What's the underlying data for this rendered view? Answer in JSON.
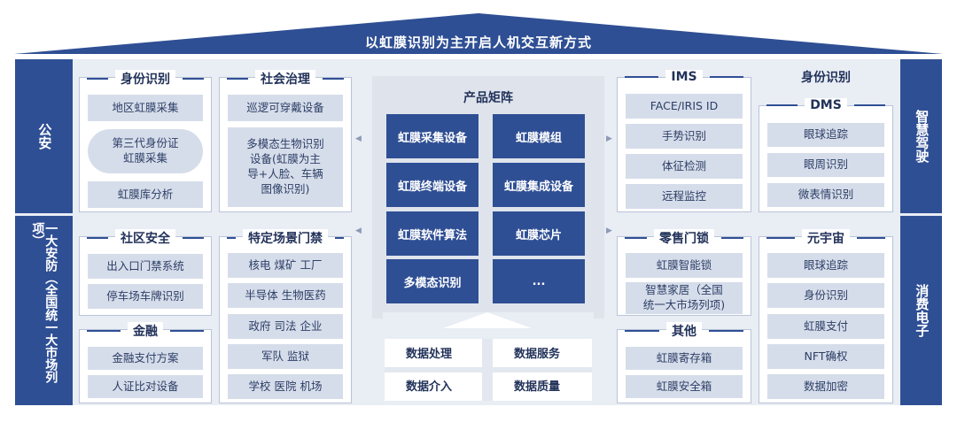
{
  "title": "以虹膜识别为主开启人机交互新方式",
  "colors": {
    "primary": "#2f4f94",
    "item_bg": "#d6ddea",
    "frame_bg": "#e9edf4"
  },
  "sidebars": {
    "left_top": "公安",
    "left_bottom": "一大安防（全国统一大市场列项）",
    "right_top": "智慧驾驶",
    "right_bottom": "消费电子"
  },
  "panels": {
    "identity": {
      "title": "身份识别",
      "items": [
        "地区虹膜采集",
        "第三代身份证\n虹膜采集",
        "虹膜库分析"
      ]
    },
    "social": {
      "title": "社会治理",
      "items": [
        "巡逻可穿戴设备",
        "多模态生物识别\n设备(虹膜为主\n导+人脸、车辆\n图像识别)"
      ]
    },
    "community": {
      "title": "社区安全",
      "items": [
        "出入口门禁系统",
        "停车场车牌识别"
      ]
    },
    "special": {
      "title": "特定场景门禁",
      "items": [
        "核电 煤矿 工厂",
        "半导体 生物医药",
        "政府 司法 企业",
        "军队 监狱",
        "学校 医院 机场"
      ]
    },
    "finance": {
      "title": "金融",
      "items": [
        "金融支付方案",
        "人证比对设备"
      ]
    },
    "ims": {
      "title": "IMS",
      "items": [
        "FACE/IRIS ID",
        "手势识别",
        "体征检测",
        "远程监控"
      ]
    },
    "identity_r": {
      "title": "身份识别"
    },
    "dms": {
      "title": "DMS",
      "items": [
        "眼球追踪",
        "眼周识别",
        "微表情识别"
      ]
    },
    "retail": {
      "title": "零售门锁",
      "items": [
        "虹膜智能锁",
        "智慧家居（全国\n统一大市场列项)"
      ]
    },
    "metaverse": {
      "title": "元宇宙",
      "items": [
        "眼球追踪",
        "身份识别",
        "虹膜支付",
        "NFT确权",
        "数据加密"
      ]
    },
    "other": {
      "title": "其他",
      "items": [
        "虹膜寄存箱",
        "虹膜安全箱"
      ]
    }
  },
  "product_matrix": {
    "title": "产品矩阵",
    "items": [
      "虹膜采集设备",
      "虹膜模组",
      "虹膜终端设备",
      "虹膜集成设备",
      "虹膜软件算法",
      "虹膜芯片",
      "多模态识别",
      "..."
    ]
  },
  "data_services": [
    "数据处理",
    "数据服务",
    "数据介入",
    "数据质量"
  ]
}
